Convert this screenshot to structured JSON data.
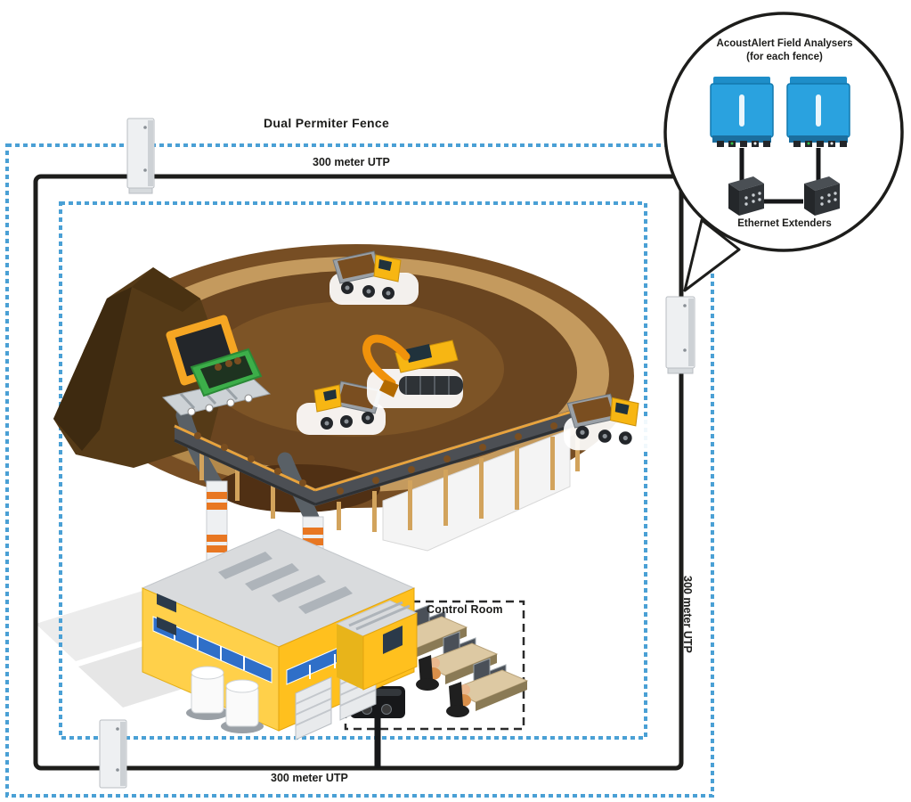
{
  "labels": {
    "dual_perimeter_fence": "Dual Permiter Fence",
    "utp_top": "300 meter UTP",
    "utp_right": "300 meter UTP",
    "utp_bottom": "300 meter UTP",
    "control_room": "Control Room"
  },
  "callout": {
    "title_line1": "AcoustAlert Field Analysers",
    "title_line2": "(for each fence)",
    "caption": "Ethernet Extenders"
  },
  "colors": {
    "fence_dashed_blue": "#4aa0d5",
    "utp_cable_black": "#1d1d1b",
    "analyser_blue": "#2aa2df",
    "plant_yellow": "#ffc425",
    "machine_orange": "#f5a623",
    "pit_brown": "#6a4520",
    "hopper_green": "#3cae49"
  },
  "scene_counts": {
    "perimeter_sensor_boxes": 3,
    "field_analysers": 2,
    "ethernet_extenders": 2,
    "haul_trucks": 3,
    "control_room_workstations": 3
  }
}
